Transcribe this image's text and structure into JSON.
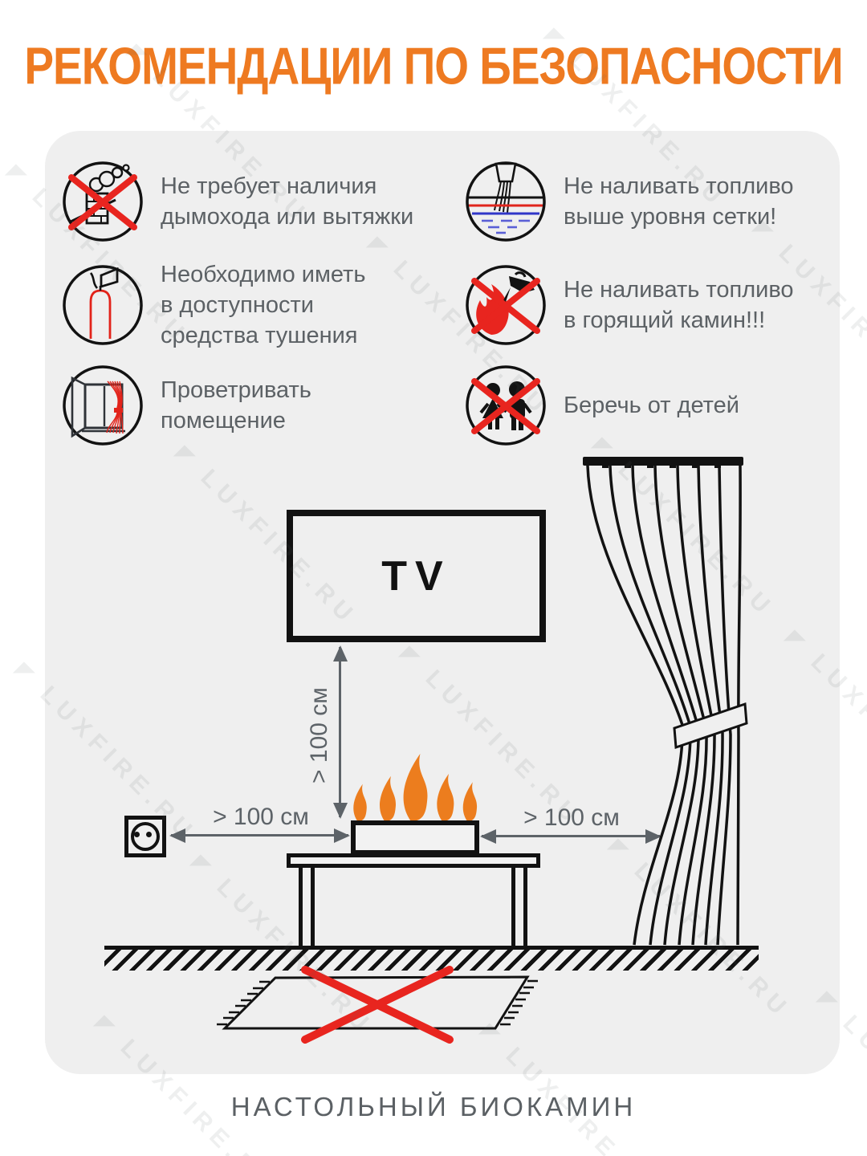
{
  "title": "РЕКОМЕНДАЦИИ ПО БЕЗОПАСНОСТИ",
  "footer": {
    "caption": "НАСТОЛЬНЫЙ БИОКАМИН"
  },
  "watermark": {
    "text": "LUXFIRE.RU"
  },
  "colors": {
    "accent_orange": "#EE7A21",
    "flame_orange": "#EC7D1E",
    "prohibit_red": "#E8251F",
    "extinguisher_red": "#E2231A",
    "max_level_red": "#E0251C",
    "fuel_level_blue": "#3036C8",
    "text_gray": "#5C6165",
    "arrow_gray": "#5D6368",
    "line_black": "#121212",
    "card_bg": "#EFEFEF"
  },
  "safety_rules": {
    "left": [
      {
        "icon": "no-chimney-icon",
        "text": "Не требует наличия\nдымохода или вытяжки"
      },
      {
        "icon": "extinguisher-icon",
        "text": "Необходимо иметь\nв доступности\nсредства тушения"
      },
      {
        "icon": "ventilate-icon",
        "text": "Проветривать\nпомещение"
      }
    ],
    "right": [
      {
        "icon": "fuel-level-icon",
        "text": "Не наливать топливо\nвыше уровня сетки!"
      },
      {
        "icon": "no-refill-burning-icon",
        "text": "Не наливать топливо\nв горящий камин!!!"
      },
      {
        "icon": "keep-from-children-icon",
        "text": "Беречь от детей"
      }
    ]
  },
  "diagram": {
    "tv_label": "TV",
    "distance_label": "> 100 см"
  }
}
